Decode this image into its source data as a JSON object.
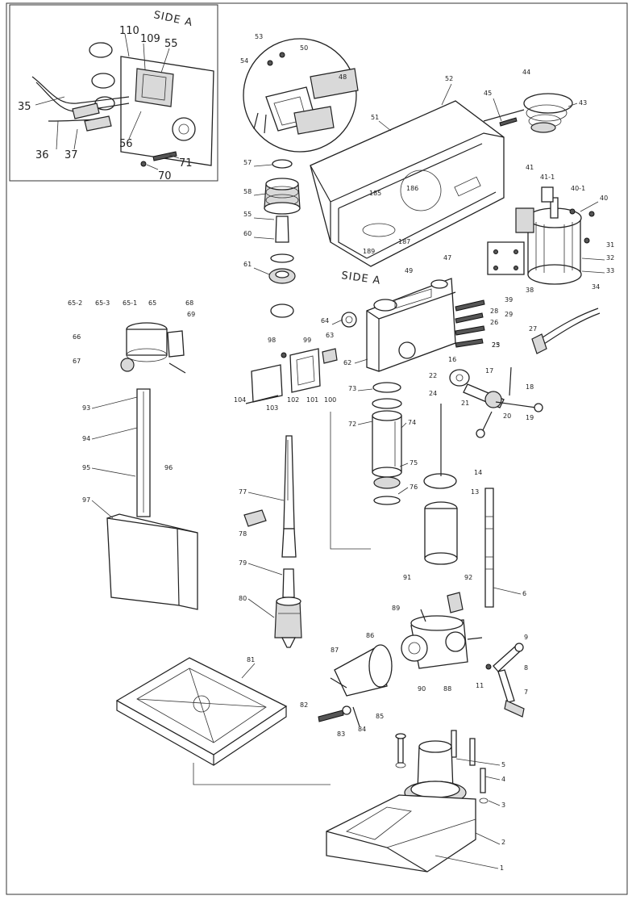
{
  "inset": {
    "title": "SIDE A"
  },
  "side_label": "SIDE A",
  "callouts": [
    {
      "id": "c110",
      "text": "110"
    },
    {
      "id": "c109",
      "text": "109"
    },
    {
      "id": "c55a",
      "text": "55"
    },
    {
      "id": "c35",
      "text": "35"
    },
    {
      "id": "c36",
      "text": "36"
    },
    {
      "id": "c37",
      "text": "37"
    },
    {
      "id": "c56",
      "text": "56"
    },
    {
      "id": "c71",
      "text": "71"
    },
    {
      "id": "c70",
      "text": "70"
    },
    {
      "id": "c53",
      "text": "53"
    },
    {
      "id": "c54",
      "text": "54"
    },
    {
      "id": "c50",
      "text": "50"
    },
    {
      "id": "c48",
      "text": "48"
    },
    {
      "id": "c52",
      "text": "52"
    },
    {
      "id": "c51",
      "text": "51"
    },
    {
      "id": "c45",
      "text": "45"
    },
    {
      "id": "c44",
      "text": "44"
    },
    {
      "id": "c43",
      "text": "43"
    },
    {
      "id": "c57",
      "text": "57"
    },
    {
      "id": "c58",
      "text": "58"
    },
    {
      "id": "c55b",
      "text": "55"
    },
    {
      "id": "c60",
      "text": "60"
    },
    {
      "id": "c61",
      "text": "61"
    },
    {
      "id": "c41",
      "text": "41"
    },
    {
      "id": "c41-1",
      "text": "41-1"
    },
    {
      "id": "c40-1",
      "text": "40-1"
    },
    {
      "id": "c40",
      "text": "40"
    },
    {
      "id": "c31",
      "text": "31"
    },
    {
      "id": "c32",
      "text": "32"
    },
    {
      "id": "c33",
      "text": "33"
    },
    {
      "id": "c34",
      "text": "34"
    },
    {
      "id": "c185",
      "text": "185"
    },
    {
      "id": "c186",
      "text": "186"
    },
    {
      "id": "c187",
      "text": "187"
    },
    {
      "id": "c189",
      "text": "189"
    },
    {
      "id": "c49",
      "text": "49"
    },
    {
      "id": "c47",
      "text": "47"
    },
    {
      "id": "c38",
      "text": "38"
    },
    {
      "id": "c39",
      "text": "39"
    },
    {
      "id": "c29",
      "text": "29"
    },
    {
      "id": "c28",
      "text": "28"
    },
    {
      "id": "c26",
      "text": "26"
    },
    {
      "id": "c25",
      "text": "25"
    },
    {
      "id": "c27",
      "text": "27"
    },
    {
      "id": "c64",
      "text": "64"
    },
    {
      "id": "c63",
      "text": "63"
    },
    {
      "id": "c62",
      "text": "62"
    },
    {
      "id": "c65-2",
      "text": "65-2"
    },
    {
      "id": "c65-3",
      "text": "65-3"
    },
    {
      "id": "c65-1",
      "text": "65-1"
    },
    {
      "id": "c65",
      "text": "65"
    },
    {
      "id": "c68",
      "text": "68"
    },
    {
      "id": "c69",
      "text": "69"
    },
    {
      "id": "c66",
      "text": "66"
    },
    {
      "id": "c67",
      "text": "67"
    },
    {
      "id": "c98",
      "text": "98"
    },
    {
      "id": "c99",
      "text": "99"
    },
    {
      "id": "c104",
      "text": "104"
    },
    {
      "id": "c103",
      "text": "103"
    },
    {
      "id": "c102",
      "text": "102"
    },
    {
      "id": "c101",
      "text": "101"
    },
    {
      "id": "c100",
      "text": "100"
    },
    {
      "id": "c73",
      "text": "73"
    },
    {
      "id": "c72",
      "text": "72"
    },
    {
      "id": "c74",
      "text": "74"
    },
    {
      "id": "c75",
      "text": "75"
    },
    {
      "id": "c76",
      "text": "76"
    },
    {
      "id": "c22",
      "text": "22"
    },
    {
      "id": "c16",
      "text": "16"
    },
    {
      "id": "c17",
      "text": "17"
    },
    {
      "id": "c24",
      "text": "24"
    },
    {
      "id": "c18",
      "text": "18"
    },
    {
      "id": "c21",
      "text": "21"
    },
    {
      "id": "c20",
      "text": "20"
    },
    {
      "id": "c19",
      "text": "19"
    },
    {
      "id": "c23",
      "text": "23"
    },
    {
      "id": "c93",
      "text": "93"
    },
    {
      "id": "c94",
      "text": "94"
    },
    {
      "id": "c95",
      "text": "95"
    },
    {
      "id": "c96",
      "text": "96"
    },
    {
      "id": "c97",
      "text": "97"
    },
    {
      "id": "c77",
      "text": "77"
    },
    {
      "id": "c78",
      "text": "78"
    },
    {
      "id": "c79",
      "text": "79"
    },
    {
      "id": "c80",
      "text": "80"
    },
    {
      "id": "c14",
      "text": "14"
    },
    {
      "id": "c13",
      "text": "13"
    },
    {
      "id": "c6",
      "text": "6"
    },
    {
      "id": "c91",
      "text": "91"
    },
    {
      "id": "c92",
      "text": "92"
    },
    {
      "id": "c89",
      "text": "89"
    },
    {
      "id": "c86",
      "text": "86"
    },
    {
      "id": "c87",
      "text": "87"
    },
    {
      "id": "c90",
      "text": "90"
    },
    {
      "id": "c88",
      "text": "88"
    },
    {
      "id": "c9",
      "text": "9"
    },
    {
      "id": "c8",
      "text": "8"
    },
    {
      "id": "c11",
      "text": "11"
    },
    {
      "id": "c7",
      "text": "7"
    },
    {
      "id": "c81",
      "text": "81"
    },
    {
      "id": "c82",
      "text": "82"
    },
    {
      "id": "c83",
      "text": "83"
    },
    {
      "id": "c84",
      "text": "84"
    },
    {
      "id": "c85",
      "text": "85"
    },
    {
      "id": "c5",
      "text": "5"
    },
    {
      "id": "c4",
      "text": "4"
    },
    {
      "id": "c3",
      "text": "3"
    },
    {
      "id": "c2",
      "text": "2"
    },
    {
      "id": "c1",
      "text": "1"
    }
  ]
}
